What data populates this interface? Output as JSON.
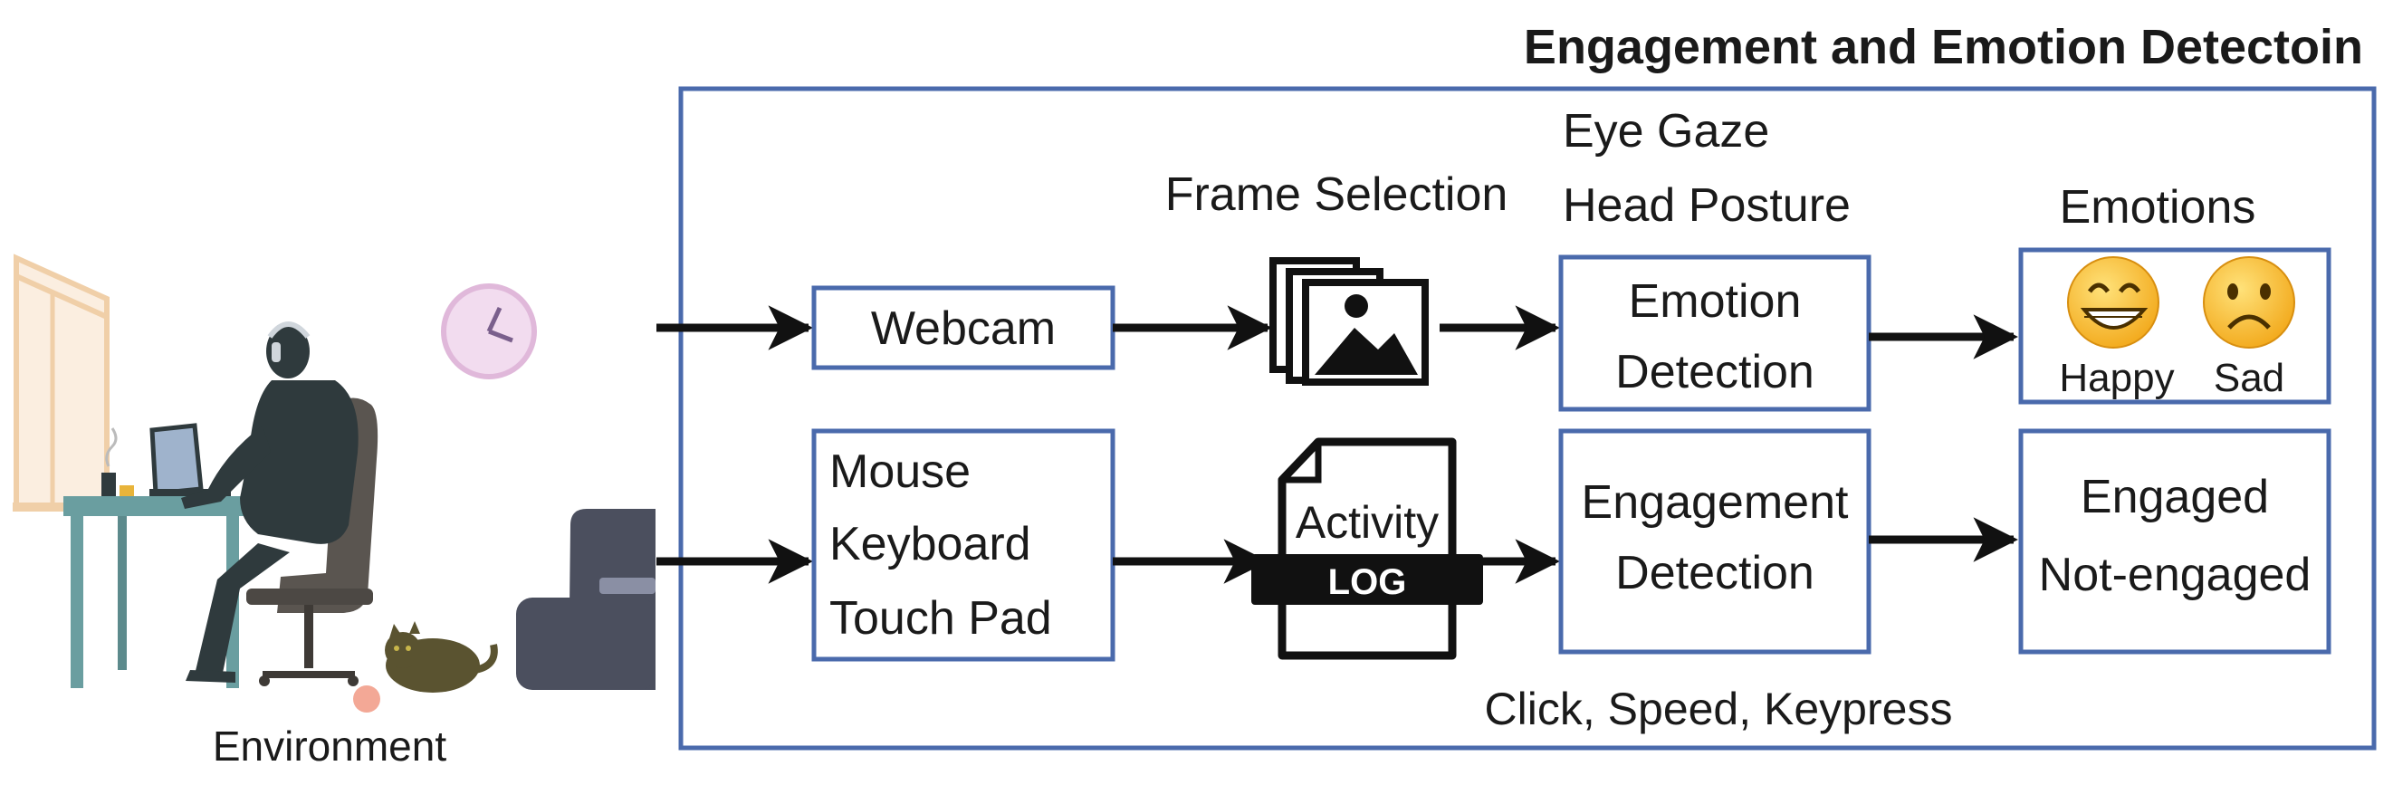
{
  "title": "Engagement and Emotion Detectoin",
  "environment": {
    "label": "Environment"
  },
  "webcam": {
    "label": "Webcam"
  },
  "frame_selection": {
    "label": "Frame Selection"
  },
  "gaze_label": {
    "line1": "Eye Gaze",
    "line2": "Head Posture"
  },
  "emotion_detection": {
    "line1": "Emotion",
    "line2": "Detection"
  },
  "emotions": {
    "title": "Emotions",
    "happy": "Happy",
    "sad": "Sad"
  },
  "input_devices": {
    "line1": "Mouse",
    "line2": "Keyboard",
    "line3": "Touch Pad"
  },
  "activity_log": {
    "word1": "Activity",
    "word2": "LOG"
  },
  "engagement_detection": {
    "line1": "Engagement",
    "line2": "Detection"
  },
  "engagement_output": {
    "line1": "Engaged",
    "line2": "Not-engaged"
  },
  "features": {
    "label": "Click, Speed, Keypress"
  },
  "colors": {
    "box_border": "#4a6aac",
    "arrow": "#111111",
    "desk": "#6a9ea0",
    "person": "#2f3a3d",
    "chair": "#5a5550",
    "window": "#f0cfa8",
    "clock": "#e9c9e6",
    "sofa": "#4b4f5e",
    "cat": "#5a5330",
    "emoji": "#f5b21e"
  }
}
